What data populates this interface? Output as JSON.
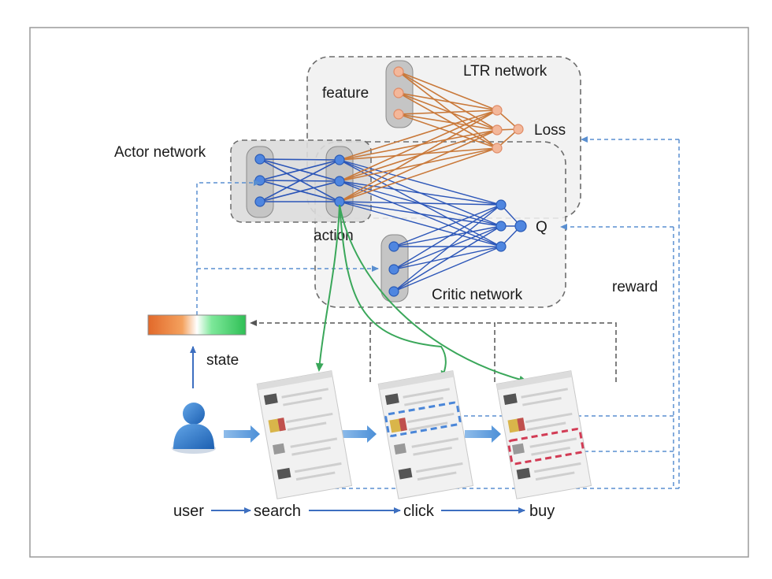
{
  "labels": {
    "feature": "feature",
    "ltr_network": "LTR network",
    "loss": "Loss",
    "actor_network": "Actor network",
    "action": "action",
    "q": "Q",
    "critic_network": "Critic network",
    "reward": "reward",
    "state": "state"
  },
  "flow": {
    "user": "user",
    "search": "search",
    "click": "click",
    "buy": "buy"
  },
  "colors": {
    "blue_node": "#4f86e0",
    "orange_node": "#f3b79a",
    "blue_edge": "#2c56b8",
    "orange_edge": "#c9793a",
    "green_arrow": "#3aa75a",
    "dashed_blue": "#5a8fd0",
    "dashed_dark": "#555555",
    "highlight_red": "#d23c55"
  }
}
